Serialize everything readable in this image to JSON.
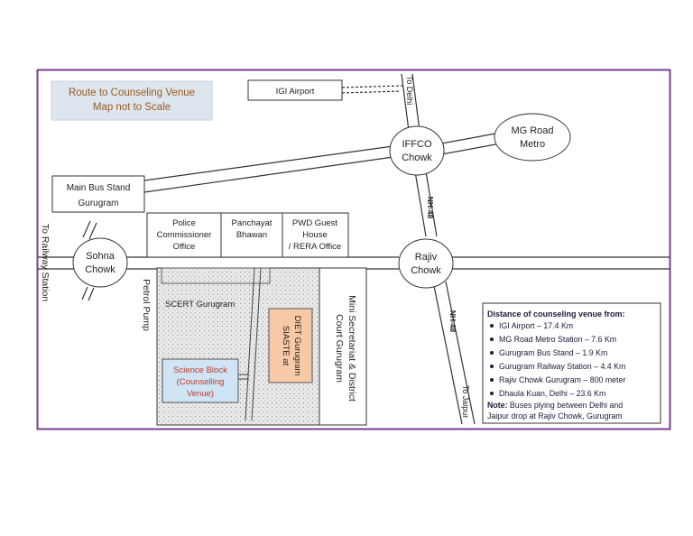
{
  "title": {
    "line1": "Route to Counseling Venue",
    "line2": "Map not to Scale"
  },
  "places": {
    "igi_airport": "IGI Airport",
    "mg_road_metro": [
      "MG Road",
      "Metro"
    ],
    "iffco_chowk": [
      "IFFCO",
      "Chowk"
    ],
    "main_bus_stand": [
      "Main Bus Stand",
      "Gurugram"
    ],
    "sohna_chowk": [
      "Sohna",
      "Chowk"
    ],
    "rajiv_chowk": [
      "Rajiv",
      "Chowk"
    ],
    "police_office": [
      "Police",
      "Commissioner",
      "Office"
    ],
    "panchayat_bhawan": [
      "Panchayat",
      "Bhawan"
    ],
    "pwd_guest_house": [
      "PWD Guest",
      "House",
      "/ RERA Office"
    ],
    "scert": "SCERT Gurugram",
    "siaste": [
      "SIASTE at",
      "DIET Gurugram"
    ],
    "science_block": [
      "Science Block",
      "(Counselling",
      "Venue)"
    ],
    "mini_secretariat": [
      "Mini Secretariat & District",
      "Court Gurugram"
    ],
    "petrol_pump": "Petrol Pump"
  },
  "road_labels": {
    "to_delhi": "To Delhi",
    "to_jaipur": "To Jaipur",
    "to_railway_station": "To Railway Station",
    "nh48_upper": "NH-48",
    "nh48_lower": "NH-48"
  },
  "distance_box": {
    "heading": "Distance of counseling venue from:",
    "items": [
      "IGI Airport – 17.4 Km",
      "MG Road Metro Station – 7.6 Km",
      "Gurugram Bus Stand – 1.9 Km",
      "Gurugram Railway Station – 4.4 Km",
      "Rajiv Chowk Gurugram – 800 meter",
      "Dhaula Kuan, Delhi – 23.6 Km"
    ],
    "note_label": "Note:",
    "note_text": " Buses plying between Delhi and",
    "note_line2": "Jaipur drop at Rajiv Chowk, Gurugram"
  },
  "colors": {
    "frame": "#7a3f8f",
    "title_text": "#9a5a1c",
    "title_bg": "#dde6ef",
    "siaste_fill": "#f7c9a6",
    "science_fill": "#cfe4f5",
    "science_text": "#c0392b"
  }
}
